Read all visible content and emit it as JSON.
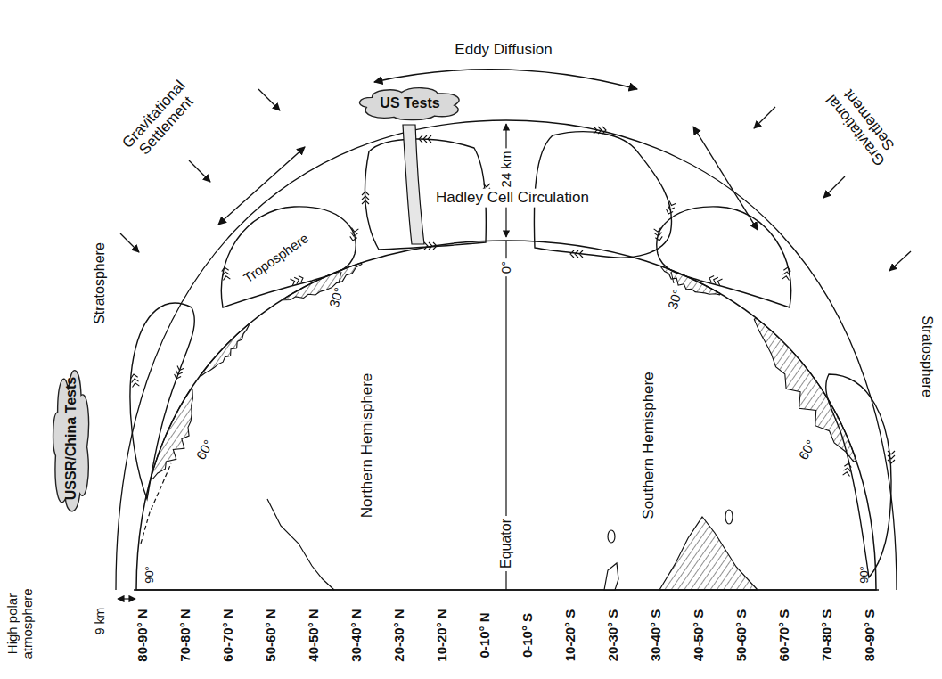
{
  "diagram": {
    "nodes": [
      {
        "text": [
          "US Tests"
        ]
      },
      {
        "text": [
          "USSR/China Tests"
        ]
      }
    ],
    "labels": [
      "Eddy Diffusion",
      "Gravitational Settlement",
      "Gravitational Settlement",
      "Hadley Cell Circulation",
      "24 km",
      "Troposphere",
      "Stratosphere",
      "Stratosphere",
      "30°",
      "0°",
      "30°",
      "60°",
      "60°",
      "Northern Hemisphere",
      "Equator",
      "Southern Hemisphere",
      "High polar atmosphere",
      "9 km",
      "90°",
      "90°",
      "80-90° N",
      "70-80° N",
      "60-70° N",
      "50-60° N",
      "40-50° N",
      "30-40° N",
      "20-30° N",
      "10-20° N",
      "0-10° N",
      "0-10° S",
      "10-20° S",
      "20-30° S",
      "30-40° S",
      "40-50° S",
      "50-60° S",
      "60-70° S",
      "70-80° S",
      "80-90° S"
    ]
  }
}
